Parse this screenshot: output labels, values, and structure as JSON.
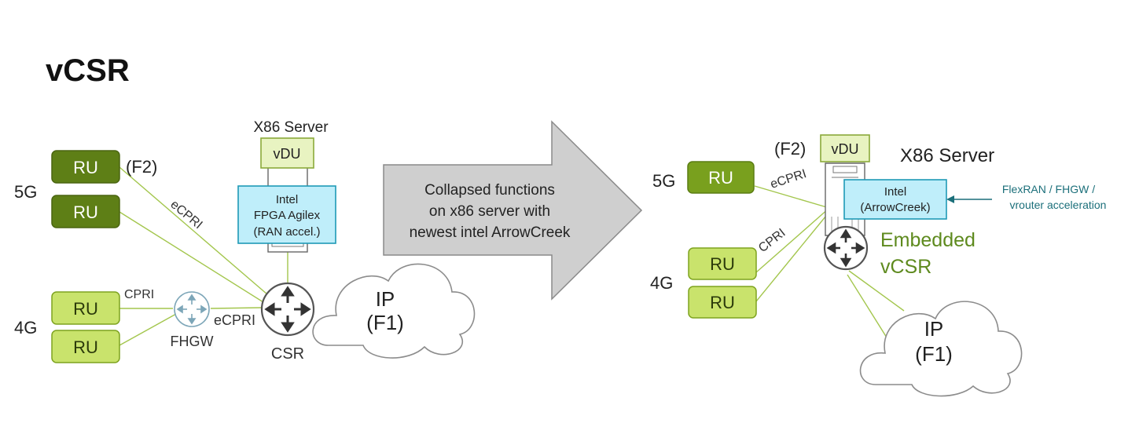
{
  "title": "vCSR",
  "left": {
    "label_5g": "5G",
    "label_4g": "4G",
    "ru_labels": [
      "RU",
      "RU",
      "RU",
      "RU"
    ],
    "f2": "(F2)",
    "ecpri_top": "eCPRI",
    "cpri": "CPRI",
    "ecpri_bottom": "eCPRI",
    "fhgw": "FHGW",
    "csr": "CSR",
    "server_title": "X86 Server",
    "vdu": "vDU",
    "intel_lines": [
      "Intel",
      "FPGA Agilex",
      "(RAN accel.)"
    ],
    "ip_lines": [
      "IP",
      "(F1)"
    ]
  },
  "arrow_text": [
    "Collapsed functions",
    "on x86 server with",
    "newest intel  ArrowCreek"
  ],
  "right": {
    "label_5g": "5G",
    "label_4g": "4G",
    "ru_labels": [
      "RU",
      "RU",
      "RU"
    ],
    "f2": "(F2)",
    "vdu": "vDU",
    "server_title": "X86 Server",
    "ecpri": "eCPRI",
    "cpri": "CPRI",
    "intel_lines": [
      "Intel",
      "(ArrowCreek)"
    ],
    "note_lines": [
      "FlexRAN / FHGW /",
      "vrouter acceleration"
    ],
    "embedded_lines": [
      "Embedded",
      "vCSR"
    ],
    "ip_lines": [
      "IP",
      "(F1)"
    ]
  },
  "colors": {
    "ru_dark": "#5e7f16",
    "ru_light": "#c9e36c",
    "intel_fill": "#bfeefa",
    "embedded_text": "#5e8a1e",
    "note_text": "#1b6f7a"
  },
  "icons": [
    "router-icon",
    "fhgw-router-icon",
    "server-icon",
    "cloud-icon",
    "arrow-right-icon"
  ]
}
